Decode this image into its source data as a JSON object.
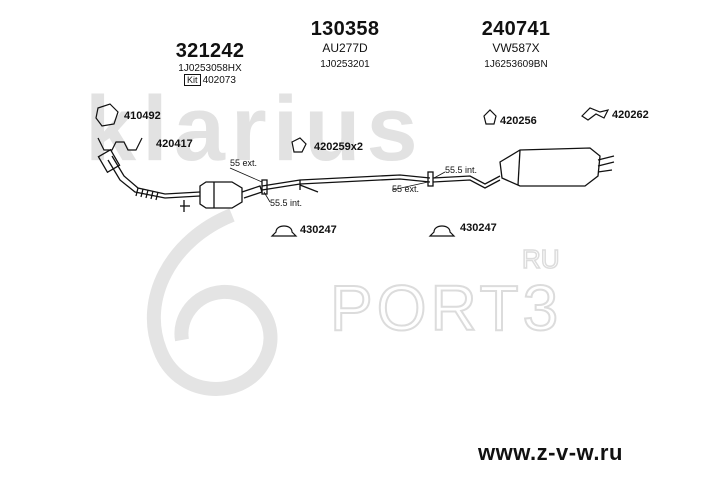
{
  "header_parts": [
    {
      "number": "321242",
      "line1": "1J0253058HX",
      "kit_badge": "Kit",
      "kit_number": "402073"
    },
    {
      "number": "130358",
      "line1": "AU277D",
      "line2": "1J0253201"
    },
    {
      "number": "240741",
      "line1": "VW587X",
      "line2": "1J6253609BN"
    }
  ],
  "parts": {
    "p410492": "410492",
    "p420417": "420417",
    "p420259": "420259x2",
    "p420256": "420256",
    "p420262": "420262",
    "p430247a": "430247",
    "p430247b": "430247"
  },
  "dimensions": {
    "d1": "55 ext.",
    "d2": "55.5 int.",
    "d3": "55 ext.",
    "d4": "55.5 int."
  },
  "watermark": {
    "brand": "klarius",
    "ports": "PORT3",
    "ru": "RU"
  },
  "footer_url": "www.z-v-w.ru",
  "colors": {
    "ink": "#111111",
    "watermark": "#dedede"
  }
}
